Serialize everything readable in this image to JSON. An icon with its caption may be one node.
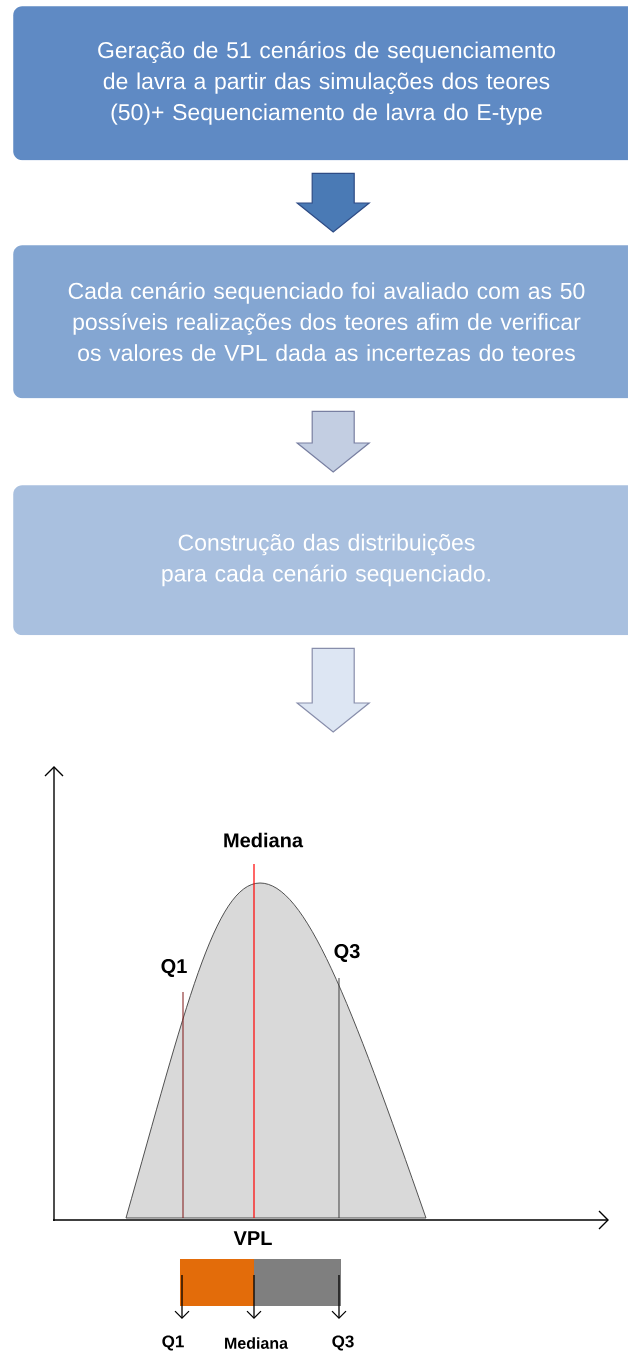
{
  "diagram": {
    "nodes": [
      {
        "text": [
          "Geração de 51 cenários de sequenciamento de lavra a partir das simulações dos teores (50)+ Sequenciamento de lavra do E-type"
        ]
      },
      {
        "text": [
          "Cada cenário sequenciado foi avaliado com as 50 possíveis realizações dos teores afim de verificar os valores de VPL dada as incertezas do teores"
        ]
      },
      {
        "text": [
          "Construção das distribuições para cada cenário sequenciado."
        ]
      },
      {
        "text": [],
        "shape": "picture"
      }
    ],
    "edges": [
      {
        "from": 0,
        "to": 1,
        "arrow": "to",
        "color": "#4a7ab5"
      },
      {
        "from": 1,
        "to": 2,
        "arrow": "to",
        "color": "#c3cee2"
      },
      {
        "from": 2,
        "to": 3,
        "arrow": "to",
        "color": "#dde6f3"
      }
    ],
    "labels": [
      "Mediana",
      "Q1",
      "Q3",
      "VPL",
      "Q1",
      "Mediana",
      "Q3"
    ]
  }
}
